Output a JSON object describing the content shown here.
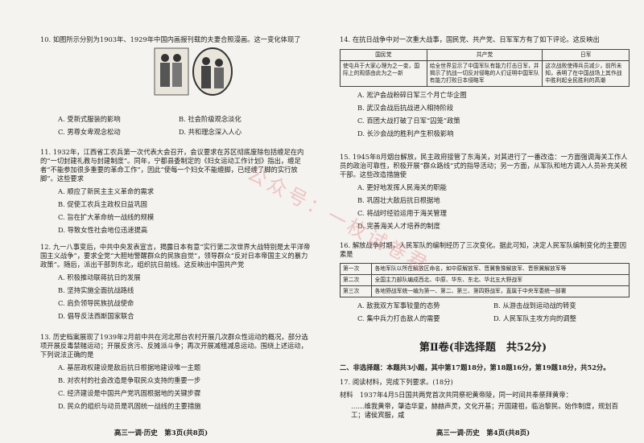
{
  "left": {
    "q10": {
      "stem": "10. 如图所示分别为1903年、1929年中国内画报刊载的夫妻合照漫画。这一变化体现了",
      "a": "A. 受新式服装的影响",
      "b": "B. 社会阶级观念淡化",
      "c": "C. 男尊女卑观念松动",
      "d": "D. 共和理念深入人心"
    },
    "q11": {
      "stem": "11. 1932年，江西省工农兵第一次代表大会召开，会议要求在苏区彻底废除包括缠足在内的“一切封建礼教与封建制度”。同年，宁都县委制定的《妇女运动工作计划》指出，缠足者“不能参加很多重要的革命工作”，因此“使每一个妇女不能缠脚，已经缠了脚的实行放脚”。这些要求",
      "a": "A. 顺应了新民主主义革命的需求",
      "b": "B. 促使工农兵主政权日益巩固",
      "c": "C. 旨在扩大革命统一战线的规模",
      "d": "D. 导致女性社会地位迅速提高"
    },
    "q12": {
      "stem": "12. 九一八事变后，中共中央发表宣言，揭露日本有意“实行第二次世界大战特别是太平洋帝国主义战争”，要求全党“大胆地警醒群众的民族自觉”，领导群众“反对日本帝国主义的暴力政策”。随后，派出干部到东北，组织抗日前线。这反映出中国共产党",
      "a": "A. 积极推动联蒋抗日的发展",
      "b": "B. 坚持实施全面抗战路线",
      "c": "C. 肩负领导民族抗战使命",
      "d": "D. 倡导反法西斯国家联合"
    },
    "q13": {
      "stem": "13. 历史档案展现了1939年2月前中共在河北邢台农村开展几次群众性运动的概况，部分选项开展反毒禁赌运动；开展反贪污、反摊派斗争；再次开展减租减息运动。围绕上述运动，下列说法正确的是",
      "a": "A. 基层政权建设是敌后抗日根据地建设唯一主题",
      "b": "B. 对农村的社会改造是争取民众支持的重要一步",
      "c": "C. 经济建设是中国共产党巩固根据地的关键步骤",
      "d": "D. 民众的组织与动员是巩固统一战线的主要措施"
    },
    "footer": "高三一调·历史　第3页(共8页)"
  },
  "right": {
    "q14": {
      "stem": "14. 在抗日战争中对一次重大战事，国民党、共产党、日军军方有了如下评论。这反映出",
      "table": {
        "headers": [
          "国民党",
          "共产党",
          "日军"
        ],
        "cells": [
          "使屯兵于大家心理为之一变，国际上的观感由此为之一新",
          "给全世界显示了中国军队有能力打击日军，并揭示了抗战一切反对侵略的人们证明中国军队有能力打败日本侵略军",
          "这次战败使得兵员减少，前所未知，表明了在中国战场上其作战中胜利起全民胜利的高潮"
        ]
      },
      "a": "A. 淞沪会战粉碎日军三个月亡华企图",
      "b": "B. 武汉会战后抗战进入相持阶段",
      "c": "C. 百团大战打破了日军“囚笼”政策",
      "d": "D. 长沙会战的胜利产生积极影响"
    },
    "q15": {
      "stem": "15. 1945年8月烟台解放，民主政府接管了东海关，对其进行了一番改造：一方面强调海关工作人员的政治可靠性，积极开展“群众路线”式的指导活动；另一方面，从军队和地方调入人员补充关税干部。这些改造措施使",
      "a": "A. 更好地发挥人民海关的职能",
      "b": "B. 巩固壮大敌后抗日根据地",
      "c": "C. 将战时经验运用于海关管理",
      "d": "D. 完善海关人才培养的制度"
    },
    "q16": {
      "stem": "16. 解放战争时期，人民军队的编制经历了三次变化。据此可知，决定人民军队编制变化的主要因素是",
      "rows": [
        [
          "第一次",
          "各地军队以所在解放区命名，如中原解放军、晋冀鲁豫解放军、晋察冀解放军等"
        ],
        [
          "第二次",
          "全国主力部队编成西北、中原、华东、东北、华北五大野战军"
        ],
        [
          "第三次",
          "各地野战军统一编为第一、第二、第三、第四野战军，直属于中央军委统一部署"
        ]
      ],
      "a": "A. 敌我双方军事较量的态势",
      "b": "B. 从游击战到运动战的转变",
      "c": "C. 集中兵力打击敌人的需要",
      "d": "D. 人民军队主攻方向的调整"
    },
    "section": "第Ⅱ卷(非选择题　共52分)",
    "section2": "二、非选择题：本题共3小题，其中第17题18分，第18题16分，第19题18分，共52分。",
    "q17": "17. 阅读材料，完成下列要求。(18分)",
    "material": "材料　1937年4月5日国共两党首次共同祭祀黄帝陵，同一时间共奉祭拜黄帝：",
    "material2": "……维我黄帝，肇造华夏，赫赫声灵，文化开基；开国建祖，临治黎民。始作制度，规划百工；诸侯宾服，咸",
    "footer": "高三一调·历史　第4页(共8页)"
  },
  "watermark": "公众号：一枚试卷君"
}
